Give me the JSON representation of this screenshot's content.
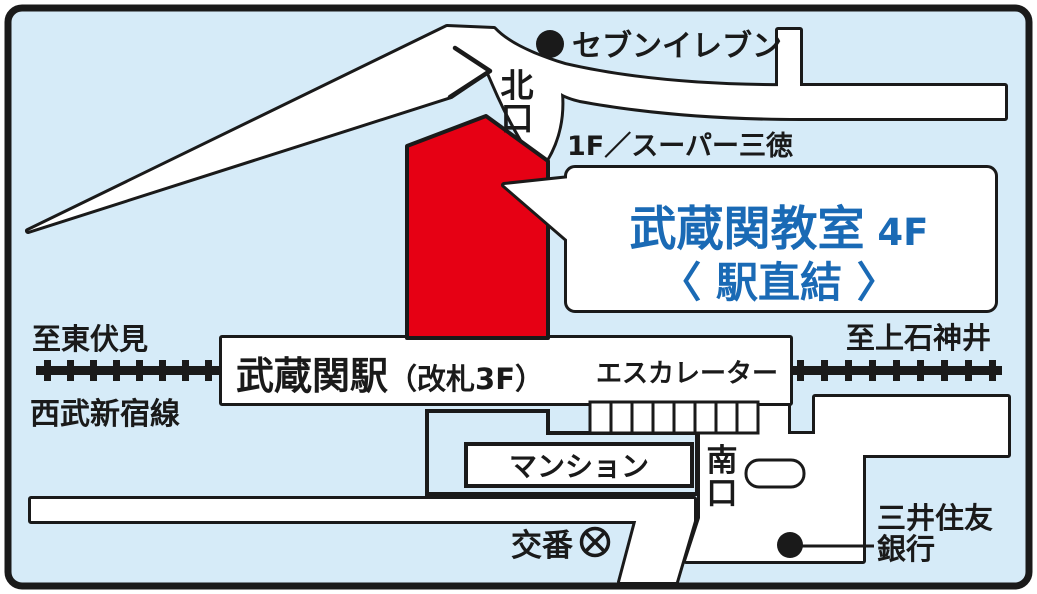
{
  "map": {
    "description": "Access map of Musashiseki classroom (station-front map)",
    "colors": {
      "background": "#d6ebf8",
      "road": "#ffffff",
      "line": "#1a1a1a",
      "highlight_building_red": "#e60014",
      "callout_text_blue": "#1a6ab5"
    },
    "labels": {
      "seven_eleven": "セブンイレブン",
      "north_exit": {
        "chars": [
          "北",
          "口"
        ]
      },
      "supermarket_floor": "1F／スーパー三徳",
      "callout": {
        "name": "武蔵関教室",
        "floor": " 4F",
        "subtitle": "〈 駅直結 〉"
      },
      "to_higashi_fushimi": "至東伏見",
      "railway_line_name": "西武新宿線",
      "to_kami_shakujii": "至上石神井",
      "station": {
        "name": "武蔵関駅",
        "gate": "（改札3F）"
      },
      "escalator": "エスカレーター",
      "mansion": "マンション",
      "south_exit": {
        "chars": [
          "南",
          "口"
        ]
      },
      "koban": "交番",
      "bank": {
        "line1": "三井住友",
        "line2": "銀行"
      }
    },
    "icons": {
      "seven_eleven_marker": "poi-dot",
      "bank_marker": "poi-dot",
      "koban_marker": "circle-x-symbol",
      "railway": "railway-track-ticks"
    }
  }
}
